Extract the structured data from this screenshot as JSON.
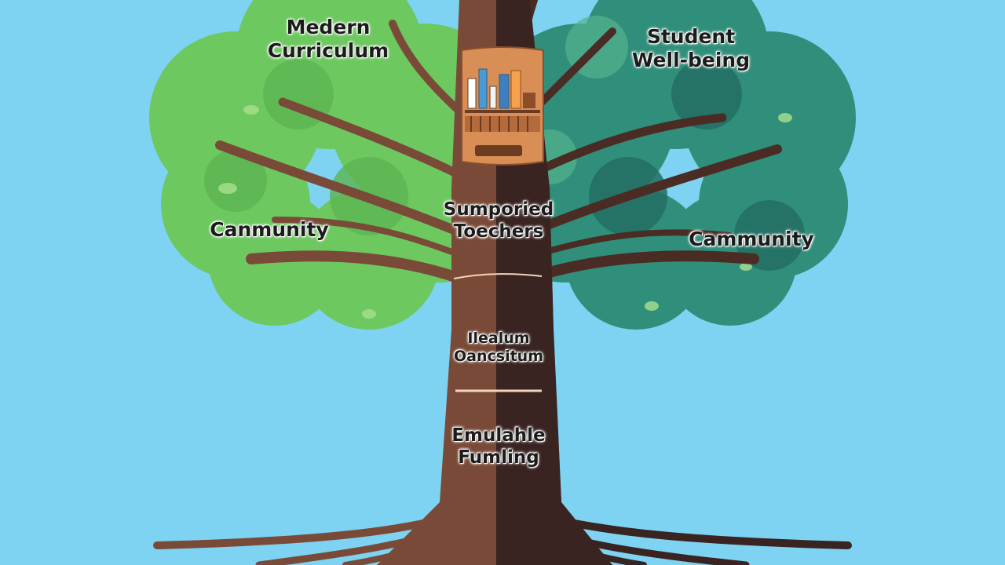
{
  "colors": {
    "sky": "#7dd3f1",
    "canopy_light": "#6cc85f",
    "canopy_dark": "#2f8f7a",
    "trunk_light": "#7a4a38",
    "trunk_dark": "#3a2421",
    "book_panel": "#d98e55"
  },
  "icons": [
    "tree-illustration",
    "bookshelf-icon"
  ],
  "labels": {
    "top_left": [
      "Medern",
      "Curriculum"
    ],
    "top_right": [
      "Student",
      "Well-being"
    ],
    "mid_left": "Canmunity",
    "mid_right": "Cammunity",
    "center": [
      "Sumporied",
      "Toechers"
    ],
    "trunk_upper": [
      "Ilealum",
      "Oancsitum"
    ],
    "trunk_lower": [
      "Emulahle",
      "Fumling"
    ]
  }
}
